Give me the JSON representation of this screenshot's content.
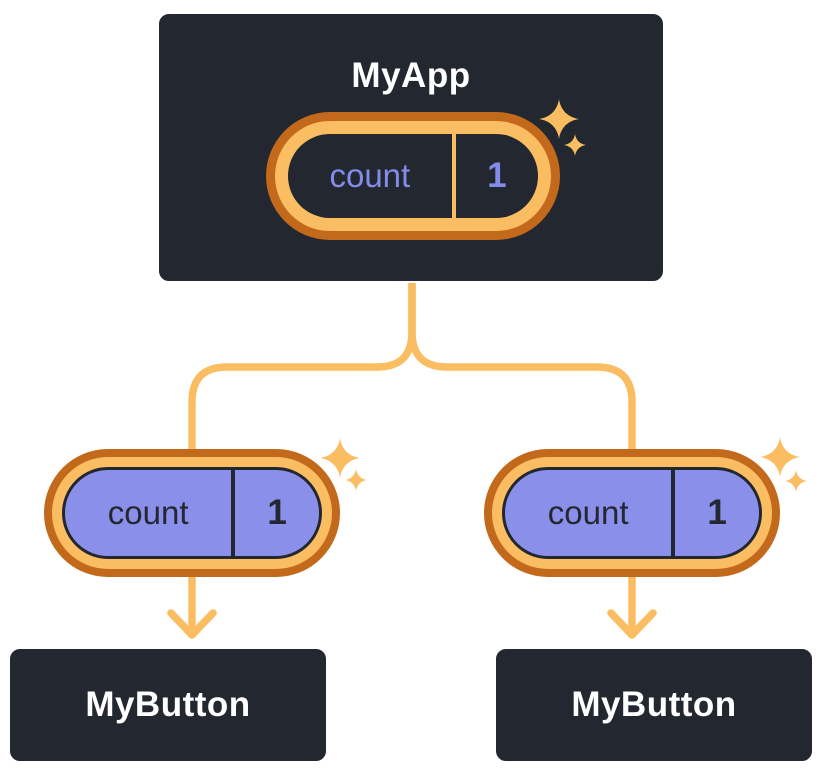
{
  "page": {
    "background": "#FFFFFF",
    "description": "Component tree diagram: MyApp holds state 'count' and passes it as a prop to two MyButton children"
  },
  "colors": {
    "node_bg": "#23272F",
    "node_border": "#FFFFFF",
    "node_text": "#FFFFFF",
    "ring_dark": "#C3691C",
    "ring_light": "#FABD62",
    "lavender": "#8A90E9",
    "lavender_text": "#838CE9",
    "dark_text": "#23272F",
    "connector": "#FABD62"
  },
  "icons": {
    "sparkle": "four-point-star ✦",
    "arrow": "downward chevron arrowhead ↓"
  },
  "tree": {
    "root": {
      "label": "MyApp",
      "state": {
        "name": "count",
        "value": "1"
      }
    },
    "children": [
      {
        "label": "MyButton",
        "prop": {
          "name": "count",
          "value": "1"
        }
      },
      {
        "label": "MyButton",
        "prop": {
          "name": "count",
          "value": "1"
        }
      }
    ]
  }
}
